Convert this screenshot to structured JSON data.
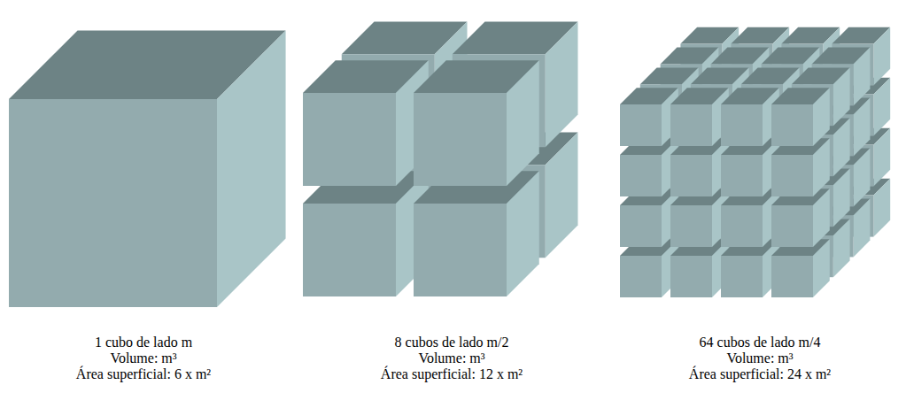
{
  "diagram": {
    "labels": [
      "1 cubo de lado m",
      "Volume: m³",
      "Área superficial: 6 x m²",
      "8 cubos de lado m/2",
      "Volume: m³",
      "Área superficial: 12 x m²",
      "64 cubos de lado m/4",
      "Volume: m³",
      "Área superficial: 24 x m²"
    ]
  }
}
